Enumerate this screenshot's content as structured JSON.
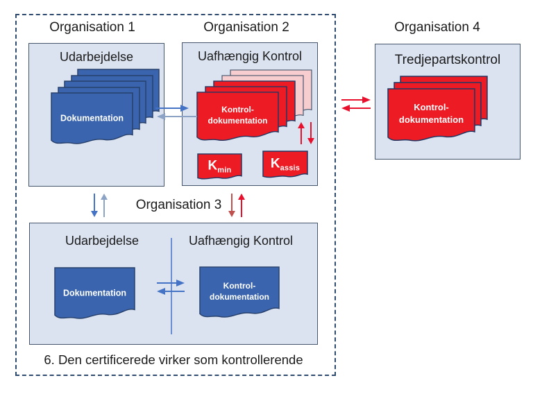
{
  "diagram": {
    "caption": "6. Den certificerede virker som kontrollerende",
    "org1": {
      "title": "Organisation 1",
      "heading": "Udarbejdelse",
      "doc_label": "Dokumentation"
    },
    "org2": {
      "title": "Organisation 2",
      "heading": "Uafhængig Kontrol",
      "doc_line1": "Kontrol-",
      "doc_line2": "dokumentation",
      "k_min": {
        "base": "K",
        "sub": "min"
      },
      "k_assis": {
        "base": "K",
        "sub": "assis"
      }
    },
    "org3": {
      "title": "Organisation 3",
      "heading_left": "Udarbejdelse",
      "heading_right": "Uafhængig Kontrol",
      "doc_left_label": "Dokumentation",
      "doc_right_line1": "Kontrol-",
      "doc_right_line2": "dokumentation"
    },
    "org4": {
      "title": "Organisation 4",
      "heading": "Tredjepartskontrol",
      "doc_line1": "Kontrol-",
      "doc_line2": "dokumentation"
    },
    "colors": {
      "text-color": "#1a1a1a",
      "panel-fill": "#dbe3f1",
      "panel-border": "#44546a",
      "dashed-border": "#2e4a6e",
      "doc-blue": "#3a65ae",
      "doc-blue-border": "#27406b",
      "doc-red": "#ed1b24",
      "doc-red-border": "#203864",
      "doc-pink": "#f8cdd0",
      "arrow-blue": "#4472c4",
      "arrow-blue-light": "#8da3c6",
      "arrow-red": "#e8112d",
      "arrow-red-dark": "#c0504d"
    }
  }
}
